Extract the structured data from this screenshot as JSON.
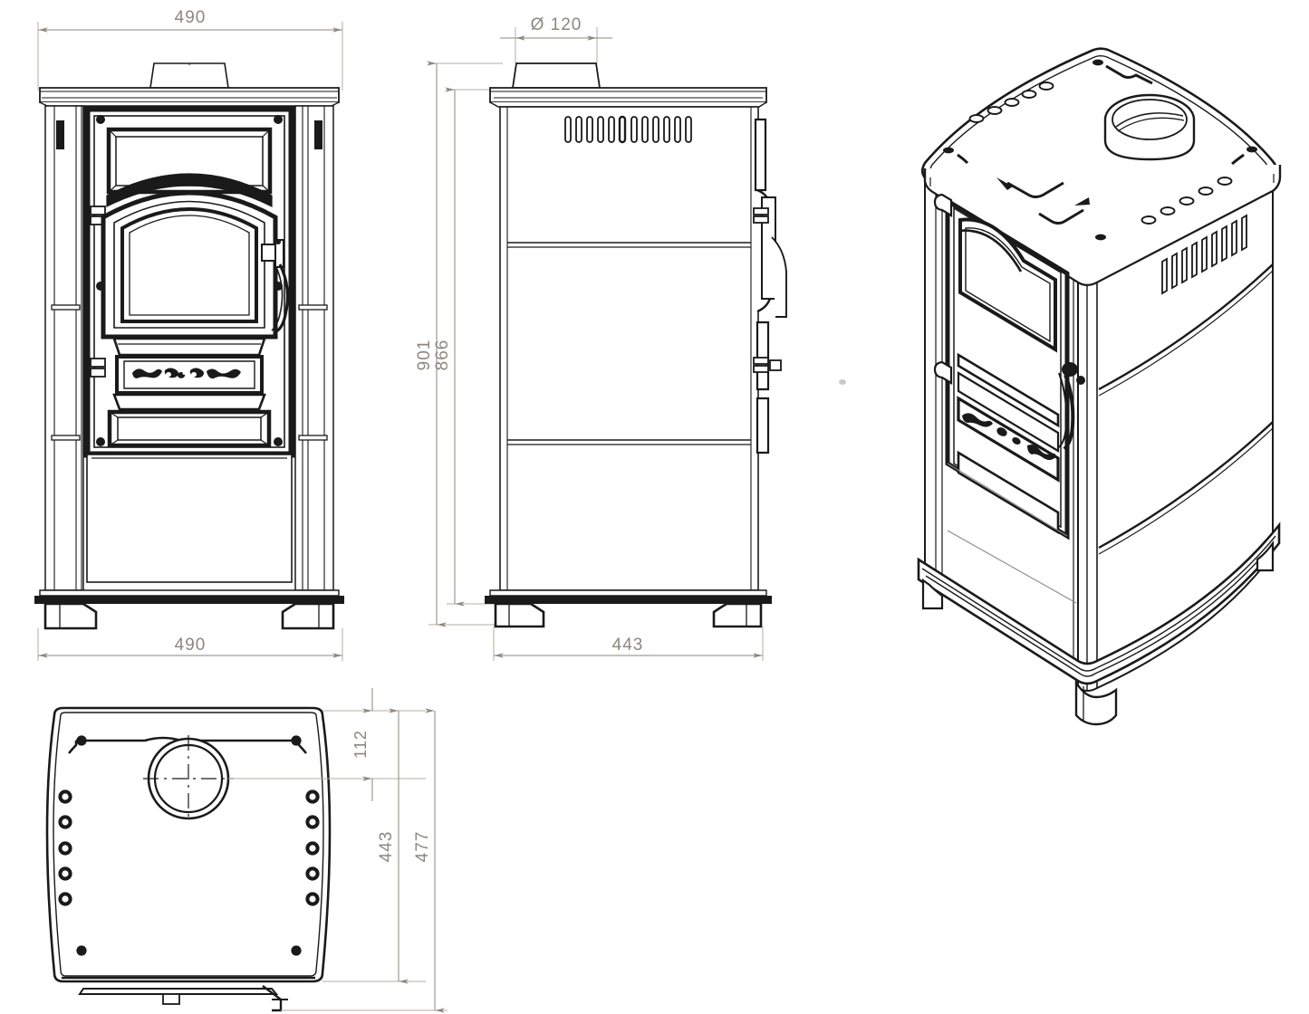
{
  "drawing": {
    "title": "Wood burning stove - technical dimension drawing",
    "units": "mm",
    "line_color": "#1a1a1a",
    "dimension_color": "#8d877f",
    "background": "#ffffff"
  },
  "views": {
    "front": {
      "label": "front-elevation"
    },
    "side": {
      "label": "side-elevation"
    },
    "isometric": {
      "label": "isometric-view"
    },
    "plan": {
      "label": "plan-view"
    }
  },
  "dimensions": {
    "front_top_width": "490",
    "front_bottom_width": "490",
    "flue_diameter": "Ø 120",
    "total_height": "901",
    "body_height": "866",
    "side_bottom_depth": "443",
    "plan_flue_offset": "112",
    "plan_depth": "443",
    "plan_total_depth": "477"
  }
}
